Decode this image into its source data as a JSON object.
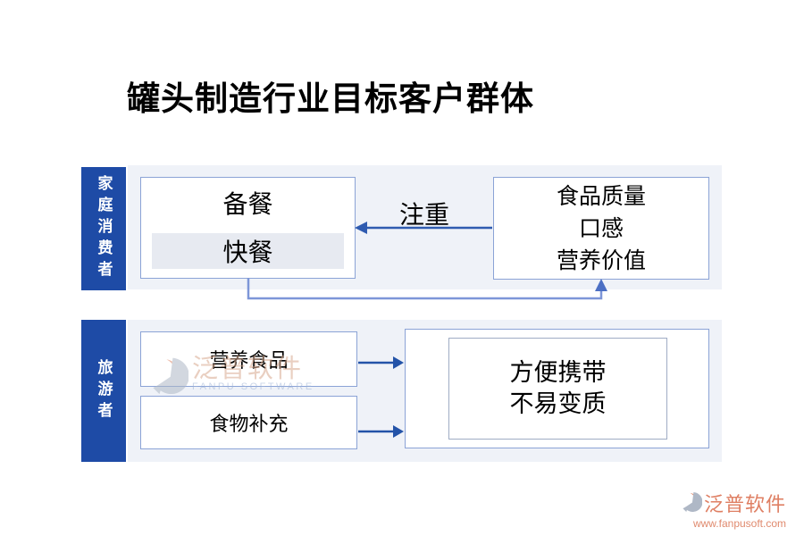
{
  "title": "罐头制造行业目标客户群体",
  "family_section": {
    "label": "家庭消费者",
    "meals_box": {
      "line1": "备餐",
      "line2": "快餐"
    },
    "arrow_label": "注重",
    "values_box": {
      "line1": "食品质量",
      "line2": "口感",
      "line3": "营养价值"
    }
  },
  "traveler_section": {
    "label": "旅游者",
    "need1": "营养食品",
    "need2": "食物补充",
    "benefit_box": {
      "line1": "方便携带",
      "line2": "不易变质"
    }
  },
  "watermark_center": {
    "brand": "泛普软件",
    "subtitle": "FANPU SOFTWARE"
  },
  "watermark_corner": {
    "brand": "泛普软件",
    "url": "www.fanpusoft.com"
  },
  "colors": {
    "label_blue": "#1E4BA6",
    "band_bg": "#EFF2F8",
    "box_border": "#8BA3D6",
    "inner_box_border": "#9FACC4",
    "highlight_bg": "#E7EAF1",
    "arrow_blue": "#2B5BB0",
    "connector_blue": "#7D96D8",
    "watermark_salmon": "#DF7F63",
    "watermark_gray": "#AFB8C6"
  }
}
